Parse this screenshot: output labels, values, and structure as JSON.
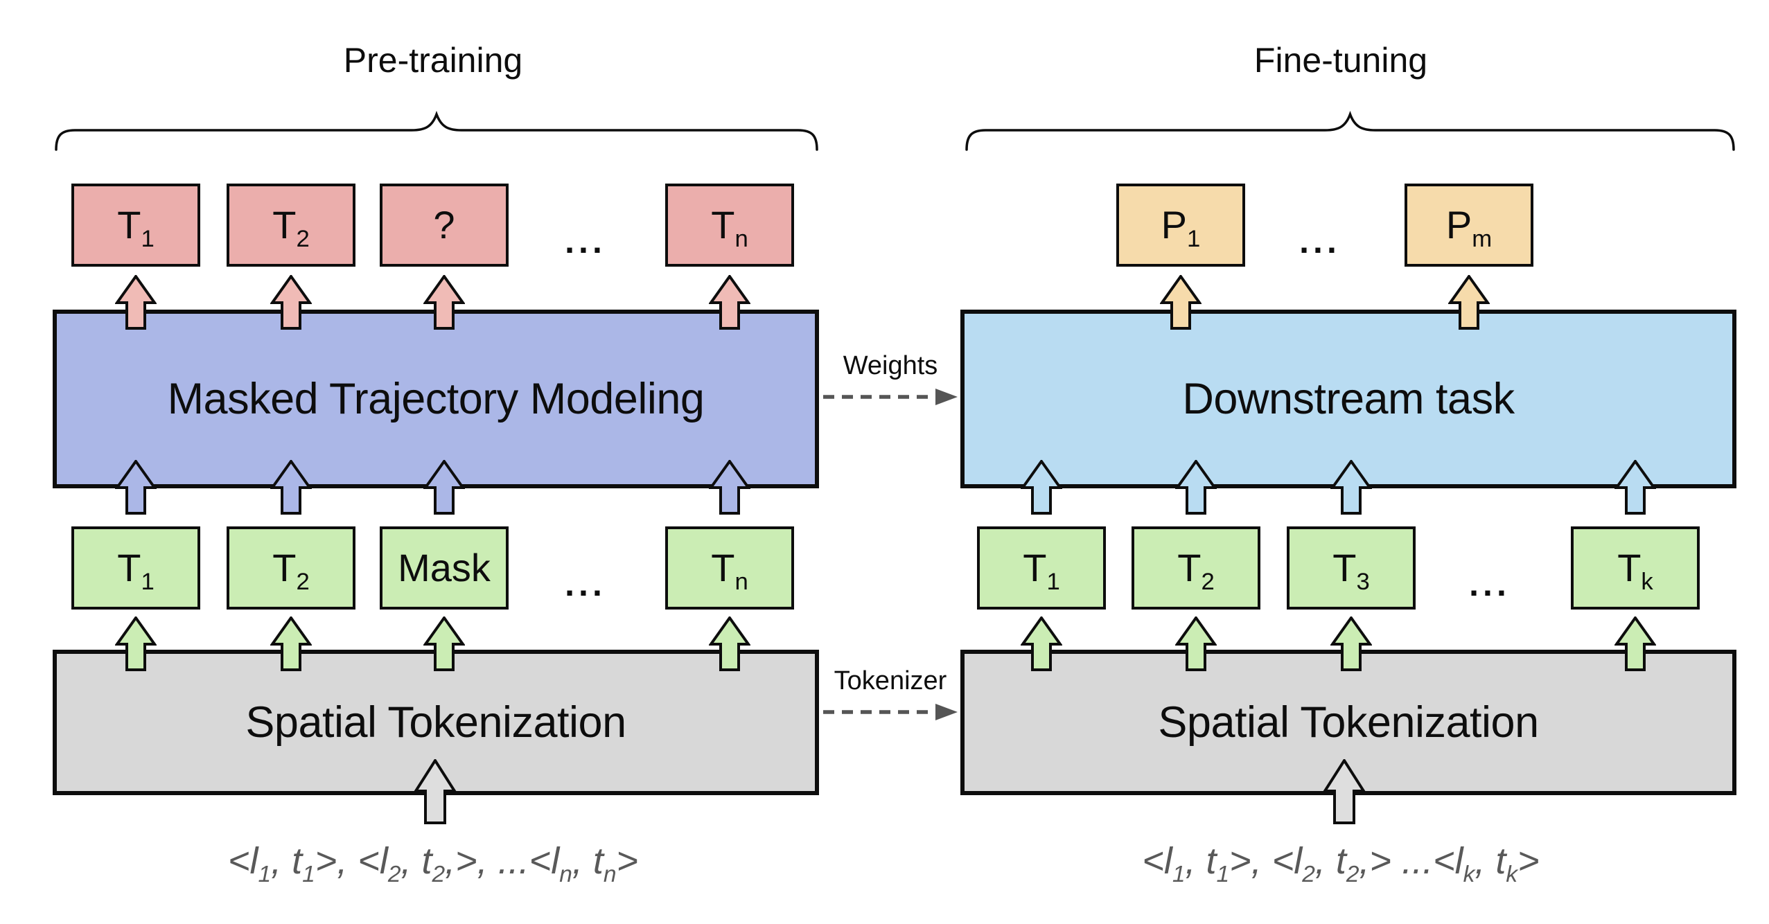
{
  "palette": {
    "ink": "#0d0d0d",
    "pink-box": "#EBAEAC",
    "pink-arrow": "#F0BBB6",
    "periwinkle-box": "#ABB7E7",
    "green-box": "#CBEDB4",
    "gray-box": "#D8D8D8",
    "gray-arrow": "#DEDEDE",
    "tan-box": "#F6DBAB",
    "lightblue-box": "#B9DCF2",
    "muted-text": "#595959",
    "transfer-arrow": "#555555"
  },
  "pretraining": {
    "title": "Pre-training",
    "outputs": [
      "T_1",
      "T_2",
      "?",
      "T_n"
    ],
    "outputs_ellipsis": "...",
    "model": "Masked Trajectory Modeling",
    "tokens": [
      "T_1",
      "T_2",
      "Mask",
      "T_n"
    ],
    "tokens_ellipsis": "...",
    "tokenizer": "Spatial Tokenization",
    "input": "<l_1, t_1>, <l_2, t_2,>, ...<l_n, t_n>"
  },
  "finetuning": {
    "title": "Fine-tuning",
    "outputs": [
      "P_1",
      "P_m"
    ],
    "outputs_ellipsis": "...",
    "model": "Downstream task",
    "tokens": [
      "T_1",
      "T_2",
      "T_3",
      "T_k"
    ],
    "tokens_ellipsis": "...",
    "tokenizer": "Spatial Tokenization",
    "input": "<l_1, t_1>, <l_2, t_2,> ...<l_k, t_k>"
  },
  "transfer": {
    "weights": "Weights",
    "tokenizer": "Tokenizer"
  }
}
